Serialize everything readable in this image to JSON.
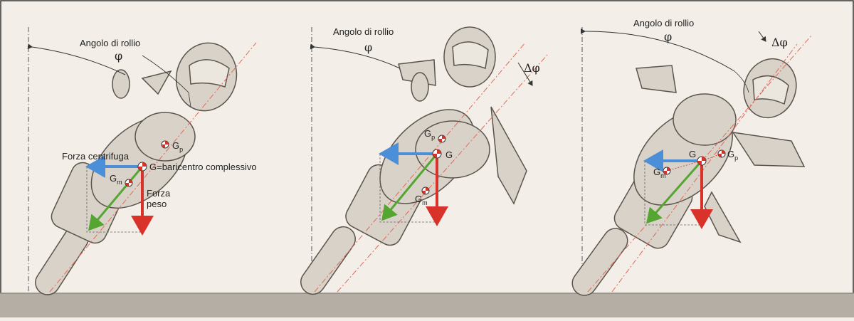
{
  "panels": [
    {
      "roll_label": "Angolo di rollio",
      "roll_symbol": "φ",
      "gp": {
        "main": "G",
        "sub": "p"
      },
      "gm": {
        "main": "G",
        "sub": "m"
      },
      "g_label": "G=baricentro complessivo",
      "centrifugal_label": "Forza centrifuga",
      "weight_label_1": "Forza",
      "weight_label_2": "peso"
    },
    {
      "roll_label": "Angolo di rollio",
      "roll_symbol": "φ",
      "delta_label": "Δφ",
      "gp": {
        "main": "G",
        "sub": "p"
      },
      "gm": {
        "main": "G",
        "sub": "m"
      },
      "g_label": "G"
    },
    {
      "roll_label": "Angolo di rollio",
      "roll_symbol": "φ",
      "delta_label": "Δφ",
      "gp": {
        "main": "G",
        "sub": "p"
      },
      "gm": {
        "main": "G",
        "sub": "m"
      },
      "g_label": "G"
    }
  ],
  "colors": {
    "background": "#f3efe8",
    "ground": "#b4aea4",
    "rider": "#d9d2c8",
    "outline": "#5a544c",
    "centrifugal_arrow": "#4a8fd8",
    "weight_arrow": "#d8322a",
    "resultant_arrow": "#55a531",
    "roll_axis": "#e06a5a"
  },
  "icons": [
    "center-of-mass-icon",
    "motorcycle-rider-illustration"
  ]
}
